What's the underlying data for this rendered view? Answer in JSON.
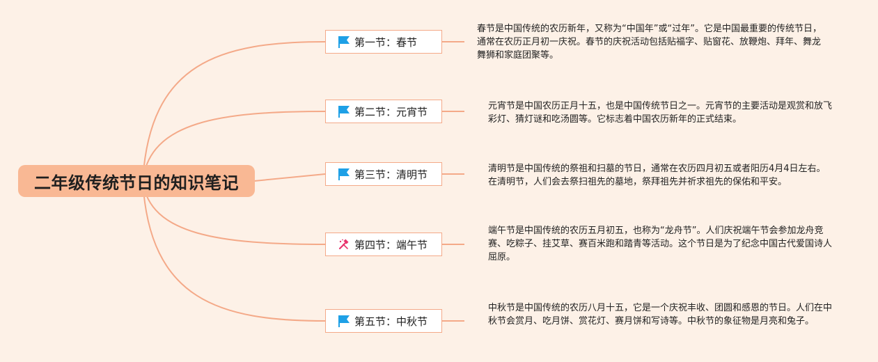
{
  "root": {
    "label": "二年级传统节日的知识笔记"
  },
  "colors": {
    "root_bg": "#f9b894",
    "line": "#f4a988",
    "flag": "#1ea0e6",
    "tools": "#e8336d"
  },
  "branches": [
    {
      "label": "第一节：春节",
      "icon": "flag-icon",
      "text": "春节是中国传统的农历新年，又称为“中国年”或“过年”。它是中国最重要的传统节日，通常在农历正月初一庆祝。春节的庆祝活动包括贴福字、贴窗花、放鞭炮、拜年、舞龙舞狮和家庭团聚等。"
    },
    {
      "label": "第二节：元宵节",
      "icon": "flag-icon",
      "text": "元宵节是中国农历正月十五，也是中国传统节日之一。元宵节的主要活动是观赏和放飞彩灯、猜灯谜和吃汤圆等。它标志着中国农历新年的正式结束。"
    },
    {
      "label": "第三节：清明节",
      "icon": "flag-icon",
      "text": "清明节是中国传统的祭祖和扫墓的节日，通常在农历四月初五或者阳历4月4日左右。在清明节，人们会去祭扫祖先的墓地，祭拜祖先并祈求祖先的保佑和平安。"
    },
    {
      "label": "第四节：端午节",
      "icon": "tools-icon",
      "text": "端午节是中国传统的农历五月初五，也称为“龙舟节”。人们庆祝端午节会参加龙舟竞赛、吃粽子、挂艾草、赛百米跑和踏青等活动。这个节日是为了纪念中国古代爱国诗人屈原。"
    },
    {
      "label": "第五节：中秋节",
      "icon": "flag-icon",
      "text": "中秋节是中国传统的农历八月十五，它是一个庆祝丰收、团圆和感恩的节日。人们在中秋节会赏月、吃月饼、赏花灯、赛月饼和写诗等。中秋节的象征物是月亮和兔子。"
    }
  ]
}
